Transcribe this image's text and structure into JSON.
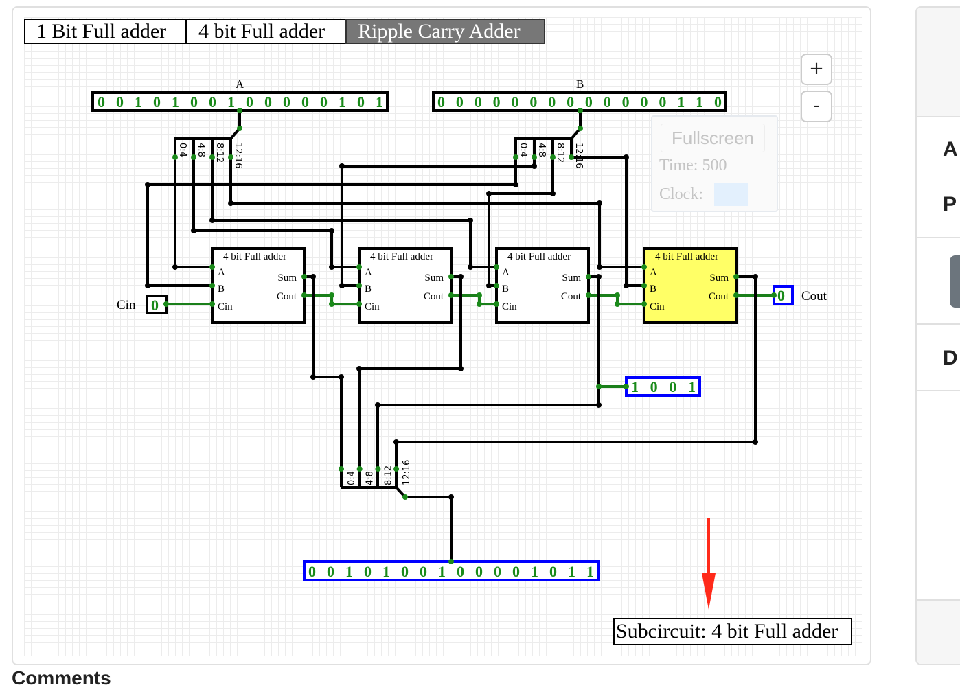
{
  "tabs": [
    {
      "label": "1 Bit Full adder",
      "active": false
    },
    {
      "label": "4 bit Full adder",
      "active": false
    },
    {
      "label": "Ripple Carry Adder",
      "active": true
    }
  ],
  "inputs": {
    "a": {
      "label": "A",
      "value": "0 0 1 0 1 0 0 1 0 0 0 0 0 1 0 1"
    },
    "b": {
      "label": "B",
      "value": "0 0 0 0 0 0 0 0 0 0 0 0 0 1 1 0"
    },
    "cin": {
      "label": "Cin",
      "value": "0"
    }
  },
  "outputs": {
    "cout": {
      "label": "Cout",
      "value": "0"
    },
    "nibble": {
      "value": "1 0 0 1"
    },
    "sum": {
      "value": "0 0 1 0 1 0 0 1 0 0 0 0 1 0 1 1"
    }
  },
  "splitter_labels": [
    "0:4",
    "4:8",
    "8:12",
    "12:16"
  ],
  "adder": {
    "title": "4 bit Full adder",
    "pin_a": "A",
    "pin_b": "B",
    "pin_cin": "Cin",
    "pin_sum": "Sum",
    "pin_cout": "Cout"
  },
  "adders_highlighted": [
    false,
    false,
    false,
    true
  ],
  "overlay": {
    "fullscreen": "Fullscreen",
    "time": "Time: 500",
    "clock": "Clock:"
  },
  "zoom": {
    "in": "+",
    "out": "-"
  },
  "subcircuit_label": "Subcircuit: 4 bit Full adder",
  "comments_heading": "Comments",
  "sidebar": {
    "letters": [
      "A",
      "P",
      "D"
    ]
  },
  "colors": {
    "wire": "#000000",
    "wire_active": "#1a7f1a",
    "pin": "#1a8a1a",
    "output_border": "#0000ff",
    "highlight": "#ffff66",
    "arrow": "#ff2a1a",
    "tab_active": "#777777"
  }
}
